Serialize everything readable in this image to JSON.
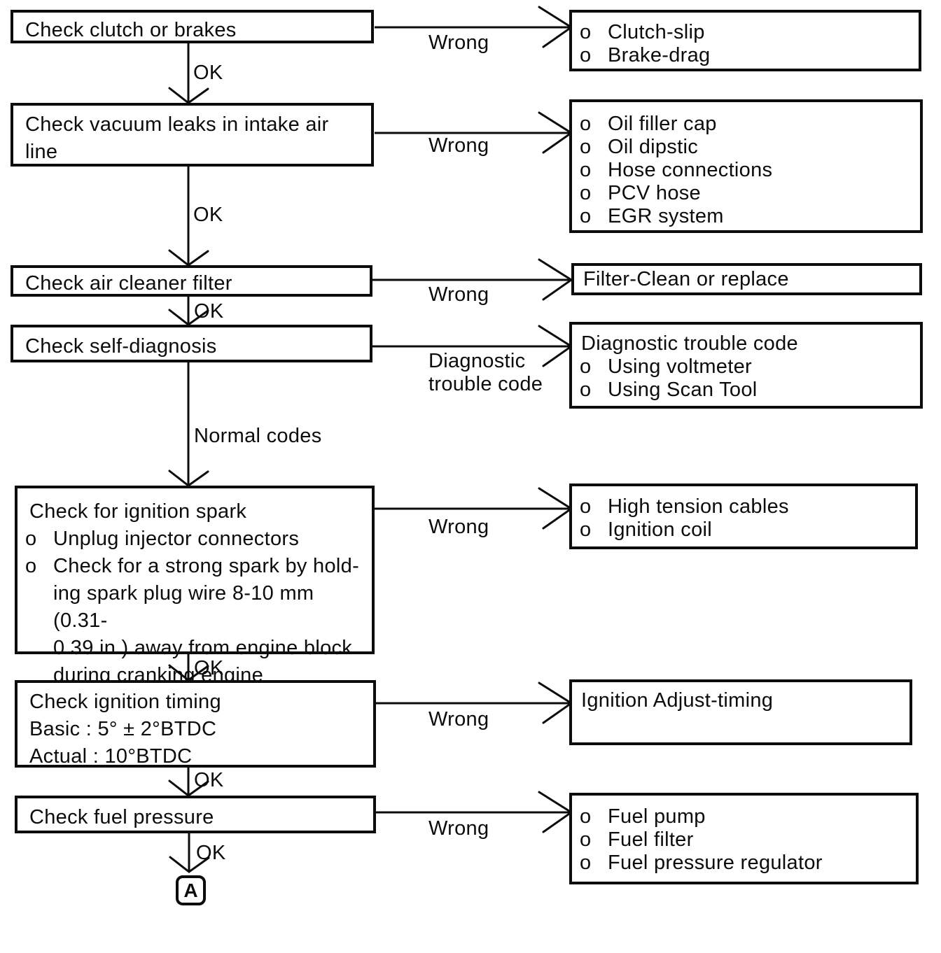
{
  "labels": {
    "ok": "OK",
    "wrong": "Wrong",
    "normal_codes": "Normal codes",
    "diagnostic_trouble_code": "Diagnostic\ntrouble code",
    "bullet": "o",
    "connector_a": "A"
  },
  "steps": {
    "clutch": {
      "text": "Check clutch or brakes"
    },
    "vacuum": {
      "text": "Check vacuum leaks in intake air\nline"
    },
    "air_cleaner": {
      "text": "Check air cleaner filter"
    },
    "self_diagnosis": {
      "text": "Check self-diagnosis"
    },
    "ignition_spark": {
      "title": "Check for ignition spark",
      "items": [
        "Unplug injector connectors",
        "Check for a strong spark by hold-\ning spark plug wire 8-10 mm (0.31-\n0.39 in.) away from engine block\nduring cranking engine"
      ]
    },
    "ignition_timing": {
      "text": "Check ignition timing\nBasic : 5° ± 2°BTDC\nActual : 10°BTDC"
    },
    "fuel_pressure": {
      "text": "Check fuel pressure"
    }
  },
  "results": {
    "clutch": {
      "items": [
        "Clutch-slip",
        "Brake-drag"
      ]
    },
    "vacuum": {
      "items": [
        "Oil filler cap",
        "Oil dipstic",
        "Hose connections",
        "PCV hose",
        "EGR system"
      ]
    },
    "air_cleaner": {
      "text": "Filter-Clean or replace"
    },
    "self_diagnosis": {
      "title": "Diagnostic trouble code",
      "items": [
        "Using voltmeter",
        "Using Scan Tool"
      ]
    },
    "ignition_spark": {
      "items": [
        "High tension cables",
        "Ignition coil"
      ]
    },
    "ignition_timing": {
      "text": "Ignition Adjust-timing"
    },
    "fuel_pressure": {
      "items": [
        "Fuel pump",
        "Fuel filter",
        "Fuel pressure regulator"
      ]
    }
  }
}
